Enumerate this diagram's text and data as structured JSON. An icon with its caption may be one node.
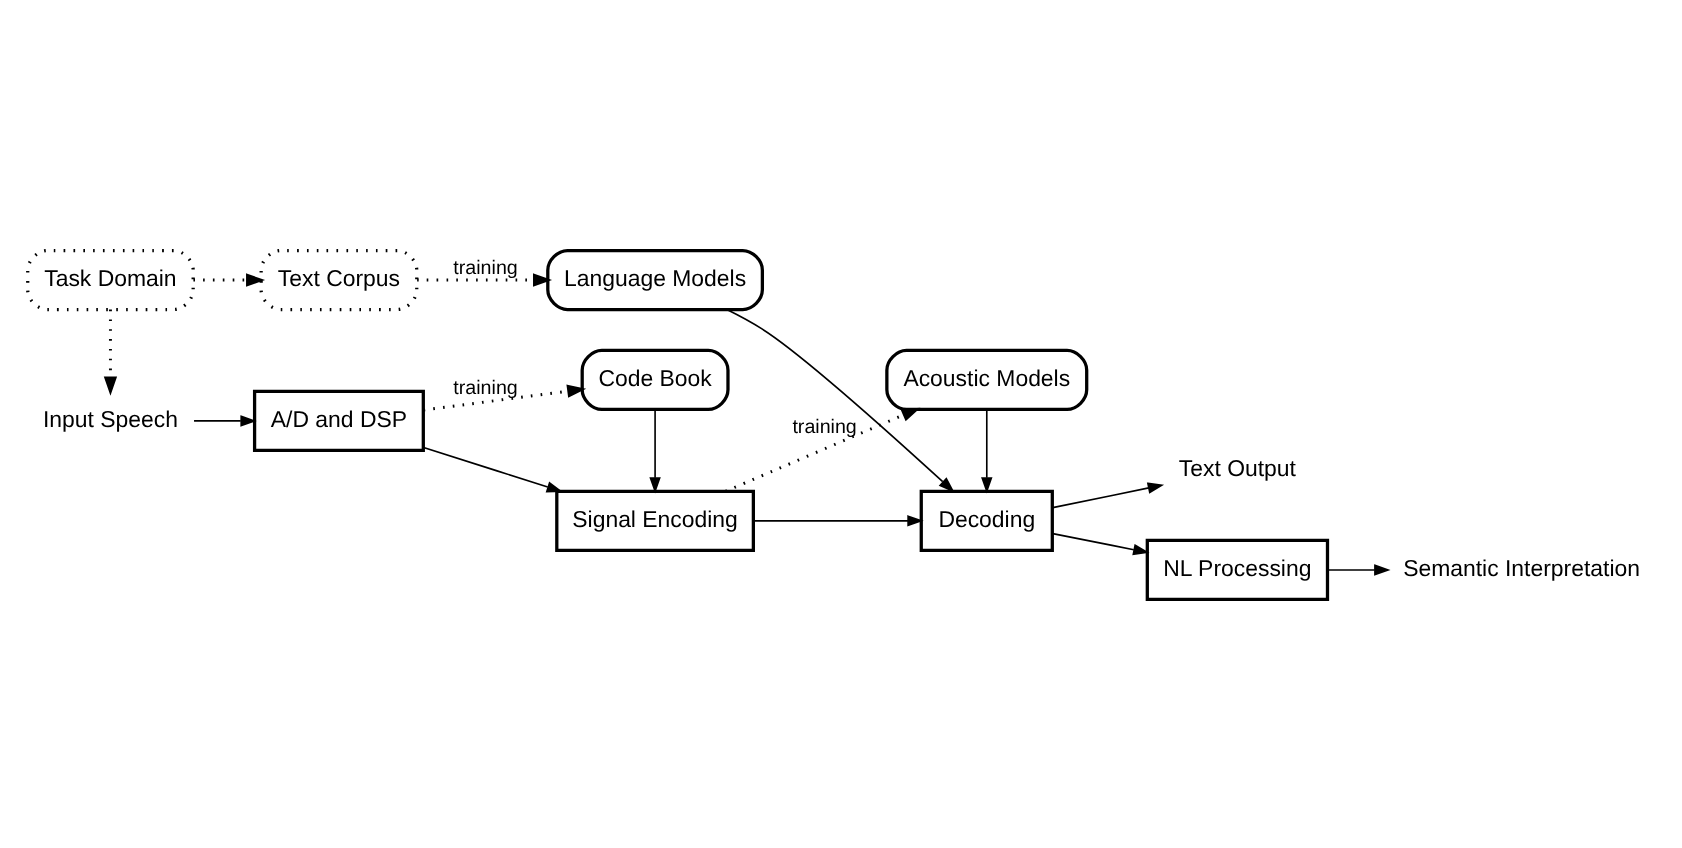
{
  "diagram": {
    "nodes": [
      {
        "text": [
          "Input Speech"
        ]
      },
      {
        "text": [
          "A/D and DSP"
        ]
      },
      {
        "text": [
          "Code Book"
        ]
      },
      {
        "text": [
          "Signal Encoding"
        ]
      },
      {
        "text": [
          "Acoustic Models"
        ]
      },
      {
        "text": [
          "Decoding"
        ]
      },
      {
        "text": [
          "Text Output"
        ]
      },
      {
        "text": [
          "NL Processing"
        ]
      },
      {
        "text": [
          "Semantic Interpretation"
        ]
      },
      {
        "text": [
          "Task Domain"
        ]
      },
      {
        "text": [
          "Text Corpus"
        ]
      },
      {
        "text": [
          "Language Models"
        ]
      }
    ],
    "edges": [
      {
        "from": 0,
        "to": 1,
        "arrow": "to"
      },
      {
        "from": 1,
        "to": 2,
        "arrow": "to",
        "label": "training",
        "style": "dashed"
      },
      {
        "from": 1,
        "to": 3,
        "arrow": "to"
      },
      {
        "from": 2,
        "to": 3,
        "arrow": "to"
      },
      {
        "from": 3,
        "to": 4,
        "arrow": "to",
        "label": "training",
        "style": "dashed"
      },
      {
        "from": 3,
        "to": 5,
        "arrow": "to"
      },
      {
        "from": 4,
        "to": 5,
        "arrow": "to"
      },
      {
        "from": 5,
        "to": 6,
        "arrow": "to"
      },
      {
        "from": 5,
        "to": 7,
        "arrow": "to"
      },
      {
        "from": 7,
        "to": 8,
        "arrow": "to"
      },
      {
        "from": 9,
        "to": 0,
        "arrow": "to",
        "style": "dashed"
      },
      {
        "from": 9,
        "to": 10,
        "arrow": "to",
        "style": "dashed"
      },
      {
        "from": 10,
        "to": 11,
        "arrow": "to",
        "label": "training",
        "style": "dashed"
      },
      {
        "from": 11,
        "to": 5,
        "arrow": "to"
      }
    ]
  }
}
